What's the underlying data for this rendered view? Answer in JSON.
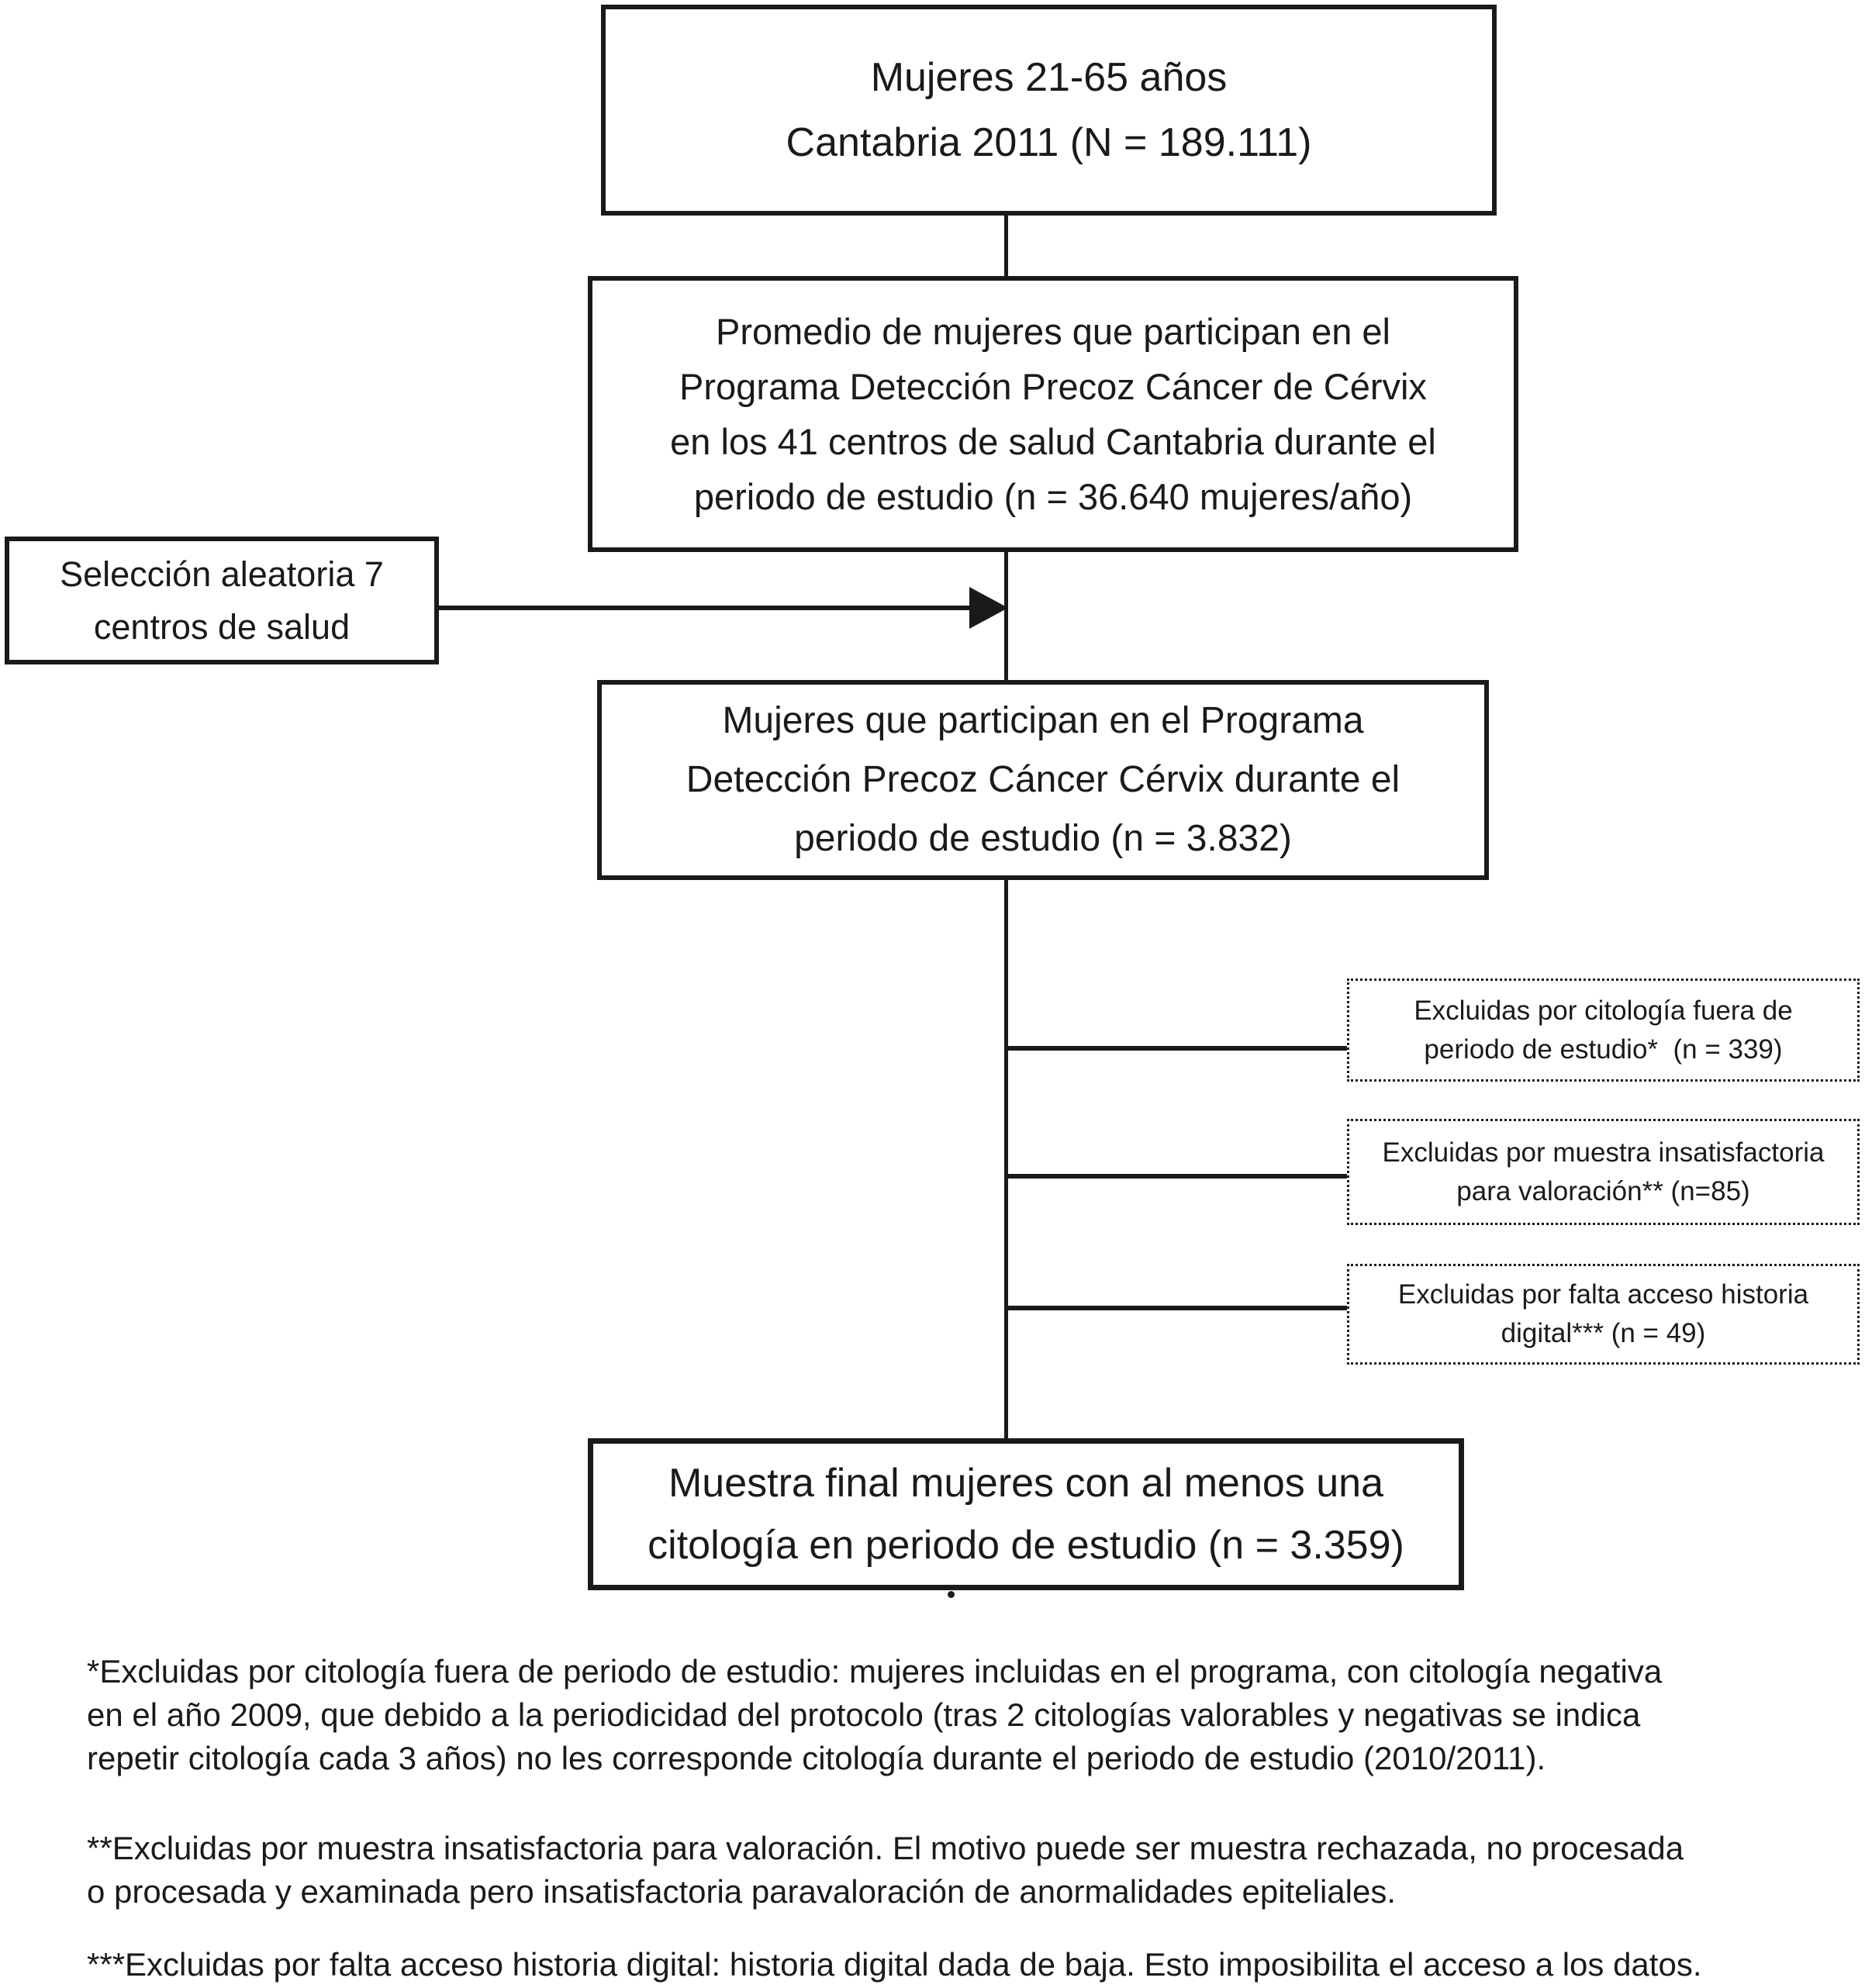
{
  "diagram": {
    "population_box": "Mujeres 21-65 años\nCantabria 2011 (N = 189.111)",
    "program_average_box": "Promedio de mujeres que participan en el\nPrograma Detección Precoz Cáncer de Cérvix\nen los 41 centros de salud Cantabria durante el\nperiodo de estudio (n = 36.640 mujeres/año)",
    "random_selection_box": "Selección aleatoria 7\ncentros de salud",
    "participants_box": "Mujeres que participan en el Programa\nDetección Precoz Cáncer Cérvix durante el\nperiodo de estudio (n = 3.832)",
    "exclusions": [
      {
        "text": "Excluidas por citología fuera de\nperiodo de estudio*  (n = 339)",
        "n": 339
      },
      {
        "text": "Excluidas por muestra insatisfactoria\npara valoración** (n=85)",
        "n": 85
      },
      {
        "text": "Excluidas por falta acceso historia\ndigital*** (n = 49)",
        "n": 49
      }
    ],
    "final_sample_box": "Muestra final mujeres con al menos una\ncitología en periodo de estudio (n = 3.359)",
    "counts": {
      "population_N": "189.111",
      "program_average_n": "36.640 mujeres/año",
      "participants_n": "3.832",
      "final_n": "3.359"
    }
  },
  "footnotes": [
    {
      "text": "*Excluidas por citología fuera de periodo de estudio: mujeres incluidas en el programa, con citología negativa\nen el año 2009, que debido a la periodicidad del protocolo (tras 2 citologías valorables y negativas se indica\nrepetir citología cada 3 años) no les corresponde citología durante el periodo de estudio (2010/2011)."
    },
    {
      "text": "**Excluidas por muestra insatisfactoria para valoración. El motivo puede ser muestra rechazada, no procesada\no procesada y examinada pero insatisfactoria paravaloración de anormalidades epiteliales."
    },
    {
      "text": "***Excluidas por falta acceso historia digital: historia digital dada de baja. Esto imposibilita el acceso a los datos."
    }
  ],
  "colors": {
    "ink": "#1a1a1a",
    "background": "#ffffff"
  }
}
